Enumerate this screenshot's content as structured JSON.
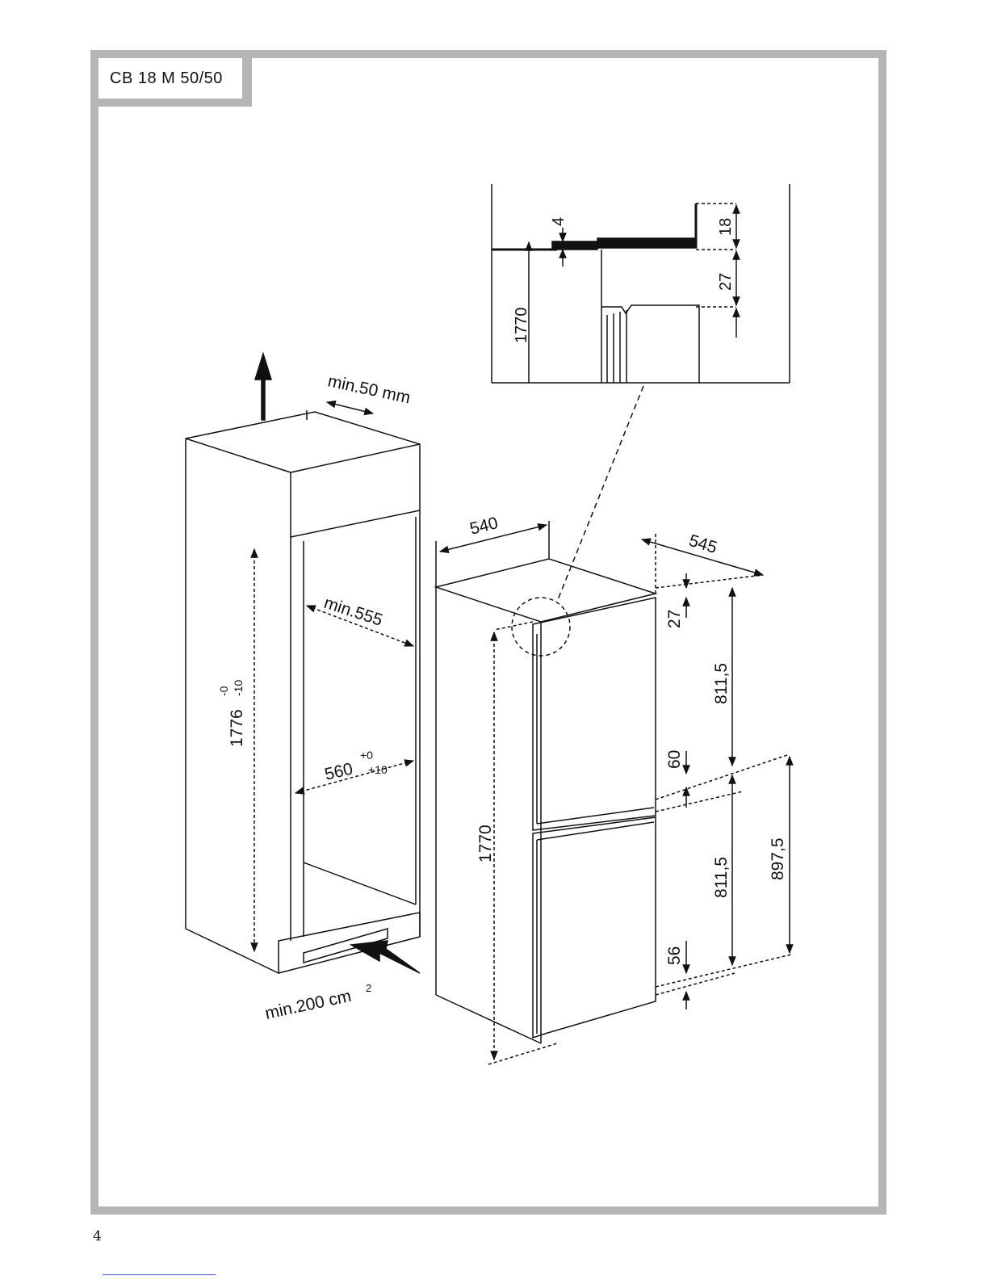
{
  "model": "CB 18 M 50/50",
  "page_number": "4",
  "detail": {
    "d4": "4",
    "d18": "18",
    "d27": "27",
    "d1770": "1770"
  },
  "niche": {
    "vent_top": "min.50 mm",
    "depth": "min.555",
    "width": "560",
    "width_tol_top": "+0",
    "width_tol_bot": "+10",
    "height": "1776",
    "height_tol_top": "-0",
    "height_tol_bot": "-10",
    "vent_bottom": "min.200 cm",
    "vent_bottom_sup": "2"
  },
  "appliance": {
    "width": "540",
    "depth": "545",
    "height": "1770",
    "d27": "27",
    "d811_top": "811,5",
    "d60": "60",
    "d811_bot": "811,5",
    "d897": "897,5",
    "d56": "56"
  }
}
